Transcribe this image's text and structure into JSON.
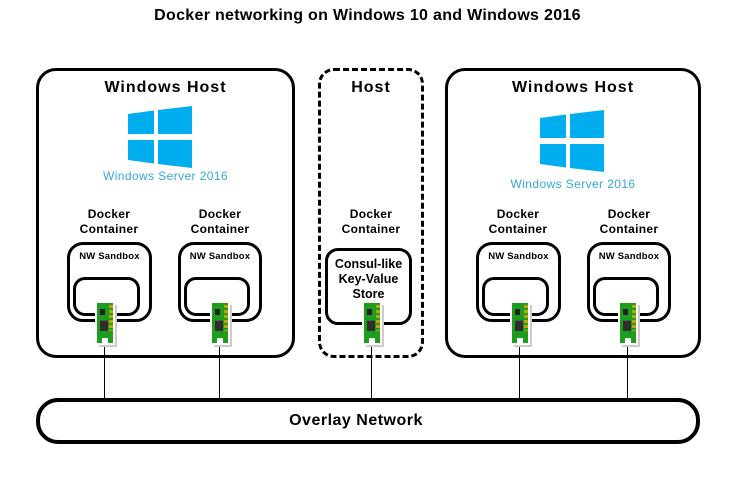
{
  "title": "Docker networking on Windows 10 and Windows 2016",
  "hosts": {
    "left": {
      "label": "Windows Host",
      "os_caption": "Windows Server 2016",
      "containers": [
        {
          "label": "Docker Container",
          "sandbox_label": "NW Sandbox"
        },
        {
          "label": "Docker Container",
          "sandbox_label": "NW Sandbox"
        }
      ]
    },
    "middle": {
      "label": "Host",
      "container_label": "Docker Container",
      "store_lines": [
        "Consul-like",
        "Key-Value",
        "Store"
      ]
    },
    "right": {
      "label": "Windows Host",
      "os_caption": "Windows Server 2016",
      "containers": [
        {
          "label": "Docker Container",
          "sandbox_label": "NW Sandbox"
        },
        {
          "label": "Docker Container",
          "sandbox_label": "NW Sandbox"
        }
      ]
    }
  },
  "overlay_network": {
    "label": "Overlay Network"
  },
  "icons": {
    "windows_logo": "windows-flag-logo",
    "network_adapter": "green-nic-card"
  },
  "colors": {
    "logo_blue": "#00ADEF",
    "caption_blue": "#35A7DB",
    "nic_green": "#1E9C1E",
    "nic_pin_yellow": "#BCA800",
    "outline_black": "#000000"
  }
}
